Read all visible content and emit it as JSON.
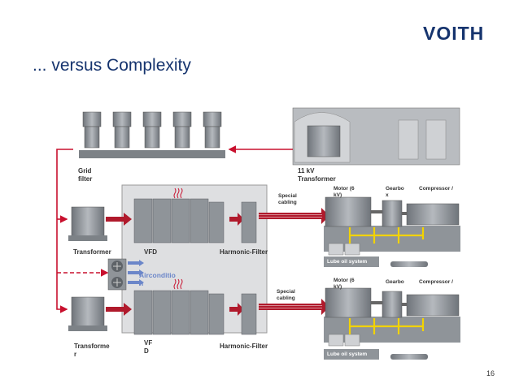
{
  "header": {
    "logo": "VOITH",
    "title": "... versus Complexity"
  },
  "footer": {
    "page_number": "16"
  },
  "diagram": {
    "grid_filter": {
      "line1": "Grid",
      "line2": "filter"
    },
    "transformer_11kv": {
      "line1": "11 kV",
      "line2": "Transformer"
    },
    "transformer_top": "Transformer",
    "vfd_top": "VFD",
    "harmonic_filter_top": "Harmonic-Filter",
    "special_cabling_top": {
      "line1": "Special",
      "line2": "cabling"
    },
    "aircondition": {
      "line1": "Airconditio",
      "line2": "n"
    },
    "special_cabling_bottom": {
      "line1": "Special",
      "line2": "cabling"
    },
    "transformer_bottom": {
      "line1": "Transforme",
      "line2": "r"
    },
    "vfd_bottom": {
      "line1": "VF",
      "line2": "D"
    },
    "harmonic_filter_bottom": "Harmonic-Filter",
    "train_top": {
      "motor": {
        "line1": "Motor (6",
        "line2": "kV)"
      },
      "gearbox": {
        "line1": "Gearbo",
        "line2": "x"
      },
      "compressor": {
        "line1": "Compressor /",
        "line2": ""
      },
      "lube": "Lube oil system"
    },
    "train_bottom": {
      "motor": {
        "line1": "Motor (6",
        "line2": "kV)"
      },
      "gearbox": {
        "line1": "Gearbo",
        "line2": ""
      },
      "compressor": {
        "line1": "Compressor /",
        "line2": ""
      },
      "lube": "Lube oil system"
    },
    "colors": {
      "brand": "#16346e",
      "power_arrow": "#c8102e",
      "oil": "#f2d300",
      "air": "#6b86c9",
      "equipment": "#8f9499"
    }
  }
}
